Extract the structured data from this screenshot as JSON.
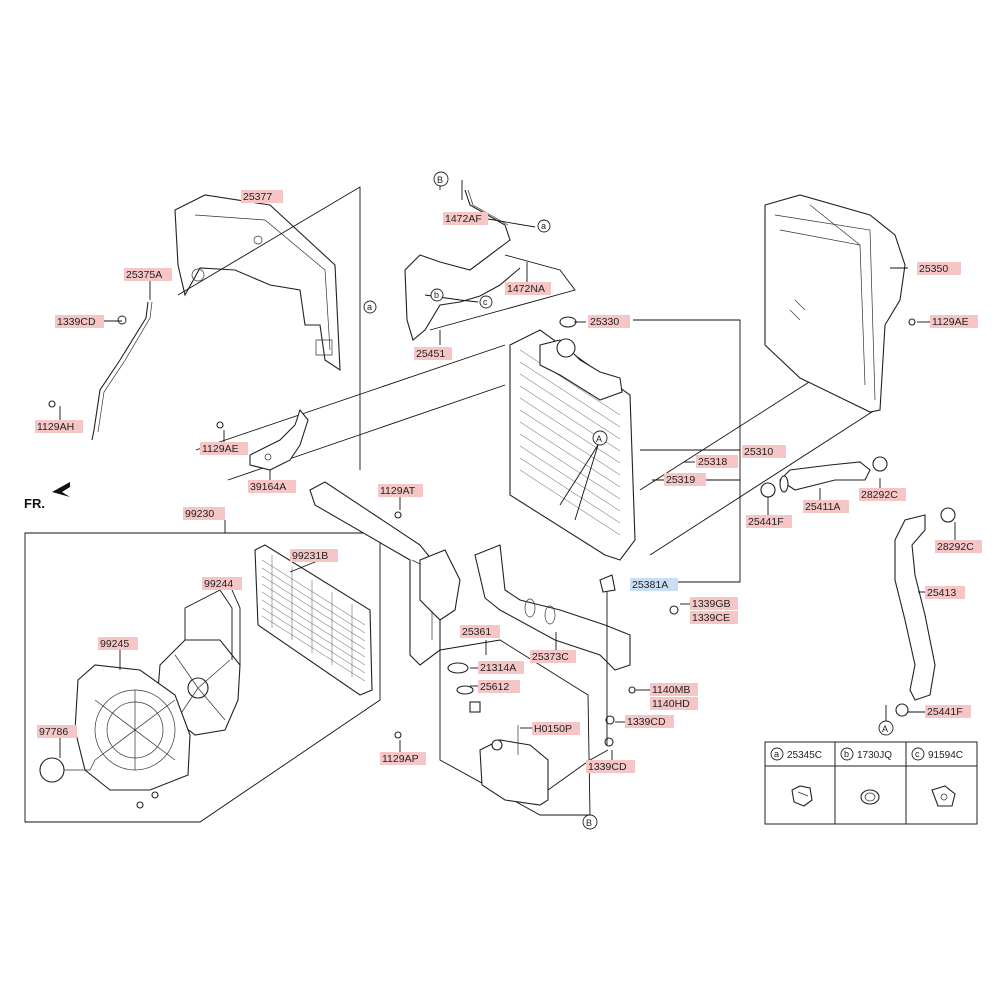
{
  "direction_label": "FR.",
  "labels": {
    "p25377": "25377",
    "p25375A": "25375A",
    "p1339CD_left": "1339CD",
    "p1129AH": "1129AH",
    "pB_top": "B",
    "p1472AF": "1472AF",
    "pa_top": "a",
    "p1472NA": "1472NA",
    "pa_hose": "a",
    "pb_hose": "b",
    "pc_hose": "c",
    "p25451": "25451",
    "p25330": "25330",
    "p1129AE_bracket": "1129AE",
    "p39164A": "39164A",
    "pA_radiator": "A",
    "p25310": "25310",
    "p25318": "25318",
    "p25319": "25319",
    "p25350": "25350",
    "p1129AE_shroud": "1129AE",
    "p28292C_top": "28292C",
    "p25411A": "25411A",
    "p25441F_top": "25441F",
    "p28292C_right": "28292C",
    "p25413": "25413",
    "p25441F_bottom": "25441F",
    "pA_hose": "A",
    "p25381A": "25381A",
    "p1339GB": "1339GB",
    "p1339CE": "1339CE",
    "p1129AT": "1129AT",
    "p99230": "99230",
    "p99231B": "99231B",
    "p99244": "99244",
    "p99245": "99245",
    "p97786": "97786",
    "p25361": "25361",
    "p21314A": "21314A",
    "p25612": "25612",
    "p25373C": "25373C",
    "p1140MB": "1140MB",
    "p1140HD": "1140HD",
    "p1339CD_mid": "1339CD",
    "pH0150P": "H0150P",
    "p1339CD_low": "1339CD",
    "p1129AP": "1129AP",
    "pB_bottom": "B"
  },
  "legend_table": {
    "columns": [
      {
        "key": "a",
        "part": "25345C"
      },
      {
        "key": "b",
        "part": "1730JQ"
      },
      {
        "key": "c",
        "part": "91594C"
      }
    ]
  }
}
